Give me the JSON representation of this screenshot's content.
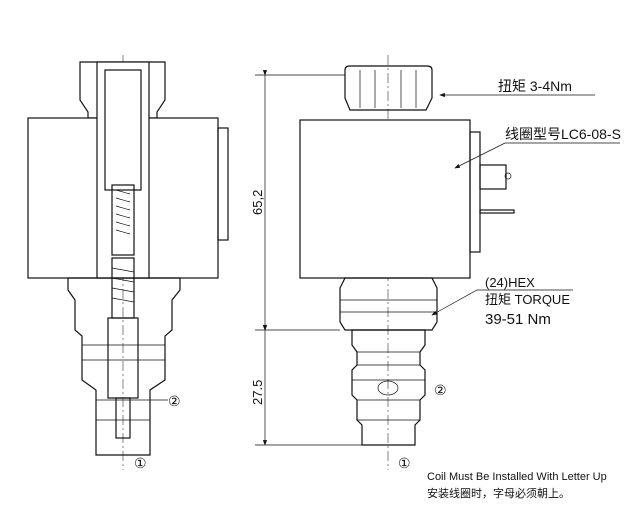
{
  "labels": {
    "nut_torque": "扭矩 3-4Nm",
    "coil_model": "线圈型号LC6-08-S",
    "hex": "(24)HEX",
    "hex_torque_label": "扭矩 TORQUE",
    "hex_torque_value": "39-51 Nm",
    "note_en": "Coil Must Be Installed With Letter Up",
    "note_cn": "安装线圈时，字母必须朝上。"
  },
  "dimensions": {
    "overall": "65,2",
    "lower": "27.5"
  },
  "ports": {
    "port1": "①",
    "port2": "②"
  }
}
